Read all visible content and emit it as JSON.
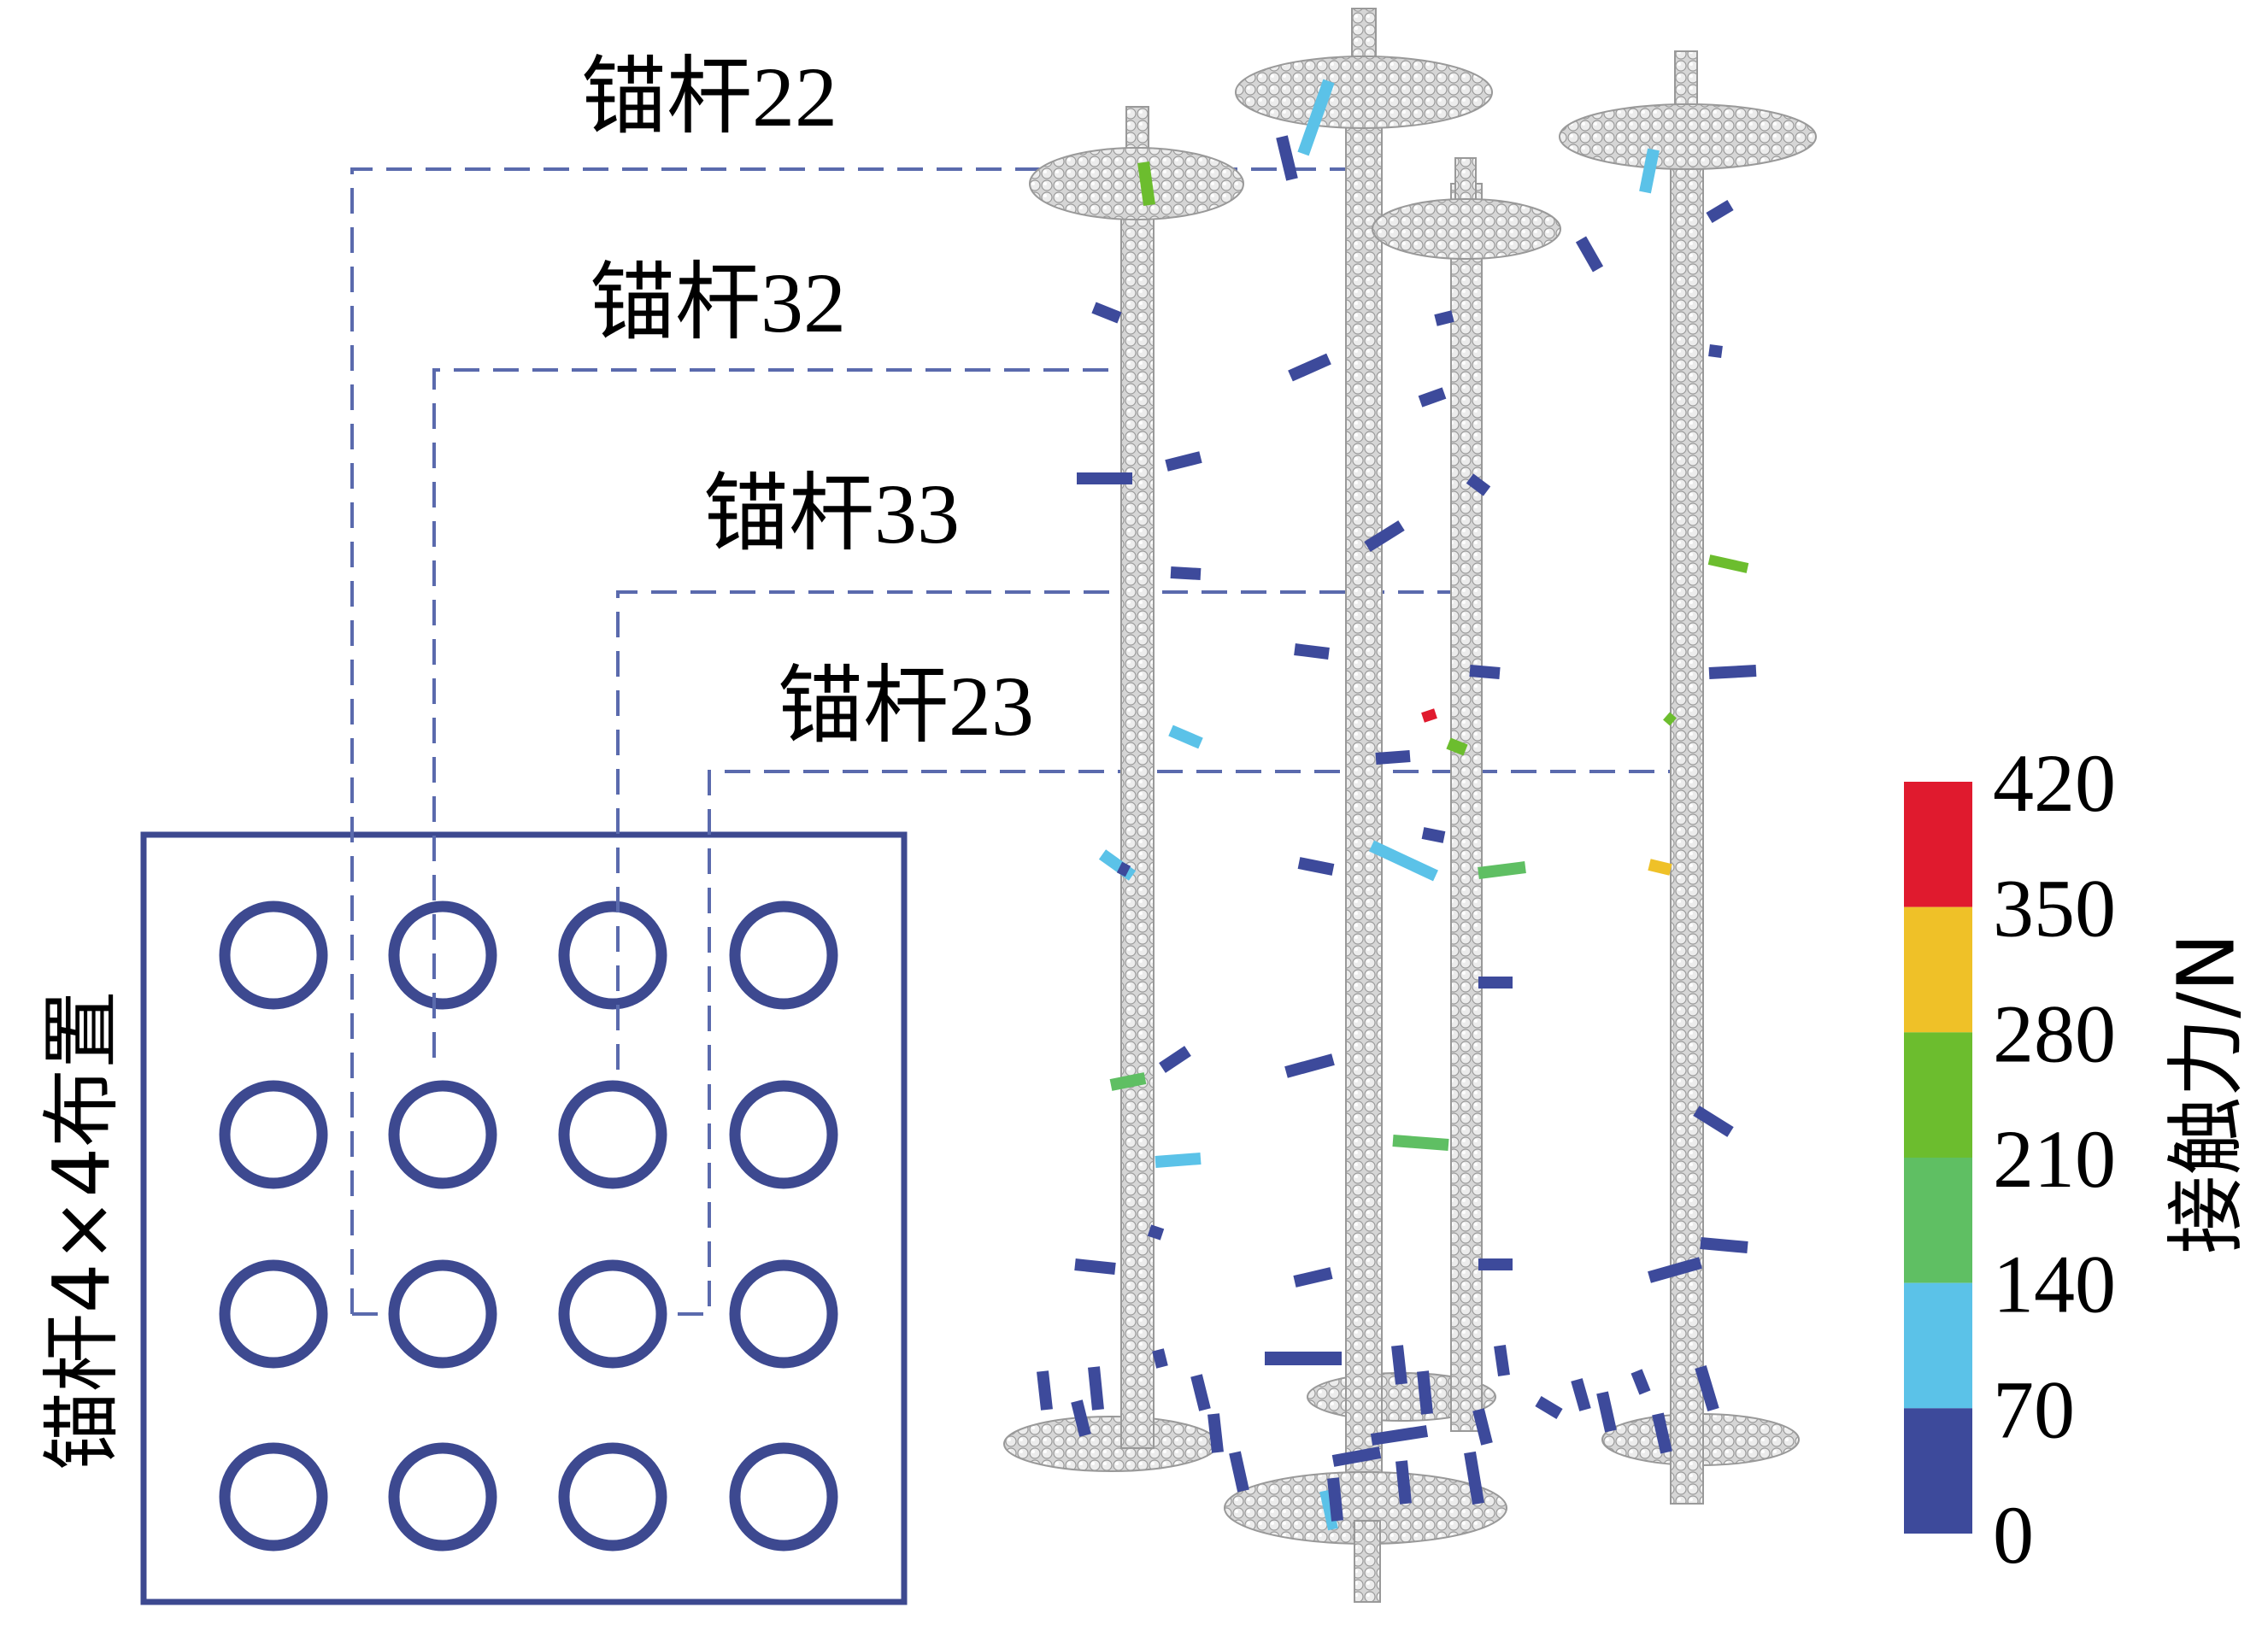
{
  "labels": {
    "bolt_22": "锚杆22",
    "bolt_32": "锚杆32",
    "bolt_33": "锚杆33",
    "bolt_23": "锚杆23",
    "layout_caption": "锚杆4×4布置"
  },
  "legend": {
    "title": "接触力/N",
    "ticks": [
      "420",
      "350",
      "280",
      "210",
      "140",
      "70",
      "0"
    ],
    "bands": [
      {
        "from": 350,
        "to": 420,
        "color": "#e01a2e"
      },
      {
        "from": 280,
        "to": 350,
        "color": "#efc128"
      },
      {
        "from": 210,
        "to": 280,
        "color": "#6cbd2e"
      },
      {
        "from": 140,
        "to": 210,
        "color": "#5fbf63"
      },
      {
        "from": 70,
        "to": 140,
        "color": "#5bc2e8"
      },
      {
        "from": 0,
        "to": 70,
        "color": "#3d4a9b"
      }
    ]
  },
  "grid": {
    "rows": 4,
    "cols": 4
  },
  "colors": {
    "frame": "#3d4990",
    "leader": "#5a6aad",
    "particle": "#d2d2d2"
  }
}
